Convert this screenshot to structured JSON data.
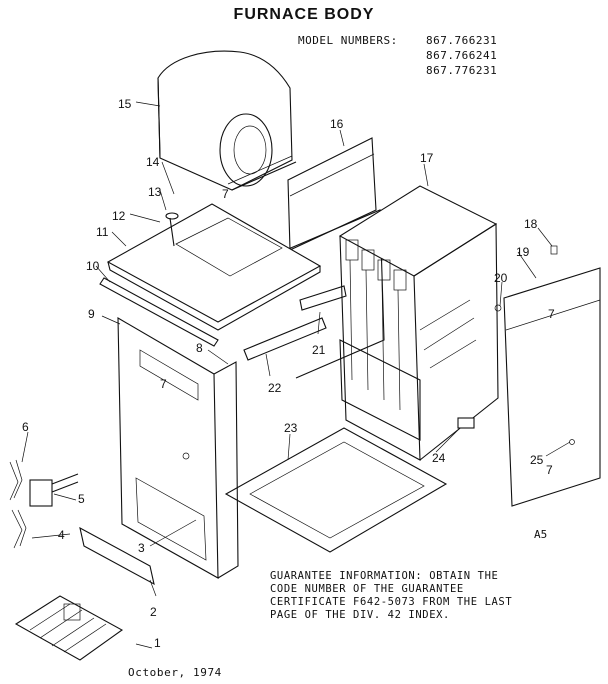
{
  "title": "FURNACE BODY",
  "model_label": "MODEL NUMBERS:",
  "models": [
    "867.766231",
    "867.766241",
    "867.776231"
  ],
  "guarantee": [
    "GUARANTEE INFORMATION:  OBTAIN THE",
    "CODE NUMBER OF THE GUARANTEE",
    "CERTIFICATE F642-5073 FROM THE LAST",
    "PAGE OF THE DIV. 42 INDEX."
  ],
  "date": "October, 1974",
  "sheet": "A5",
  "parts": [
    "1",
    "2",
    "3",
    "4",
    "5",
    "6",
    "7",
    "8",
    "9",
    "10",
    "11",
    "12",
    "13",
    "14",
    "15",
    "16",
    "17",
    "18",
    "19",
    "20",
    "21",
    "22",
    "23",
    "24",
    "25",
    "7",
    "7",
    "7"
  ]
}
